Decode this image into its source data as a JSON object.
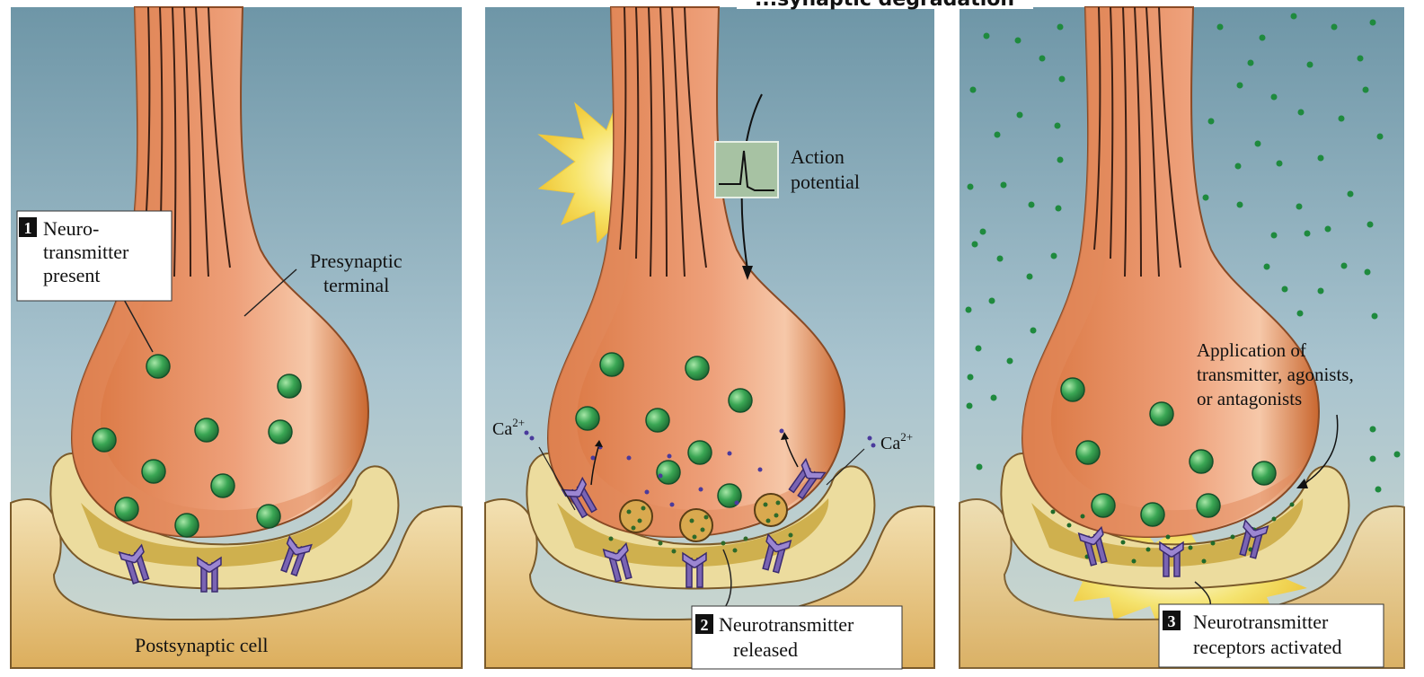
{
  "handwritten_note": "...synaptic degradation",
  "panels": [
    {
      "step_number": "1",
      "callout_lines": [
        "Neuro-",
        "transmitter",
        "present"
      ],
      "presynaptic_lines": [
        "Presynaptic",
        "terminal"
      ],
      "postsynaptic_label": "Postsynaptic cell"
    },
    {
      "action_potential_lines": [
        "Action",
        "potential"
      ],
      "calcium_left": "Ca",
      "calcium_left_sup": "2+",
      "calcium_right": "Ca",
      "calcium_right_sup": "2+",
      "step_number": "2",
      "callout_lines": [
        "Neurotransmitter",
        "released"
      ]
    },
    {
      "application_lines": [
        "Application of",
        "transmitter, agonists,",
        "or antagonists"
      ],
      "step_number": "3",
      "callout_lines": [
        "Neurotransmitter",
        "receptors activated"
      ]
    }
  ],
  "colors": {
    "sky_top": "#a9c4cf",
    "sky_bottom": "#6e96a7",
    "ground": "#e7c27b",
    "axon": "#e8956a",
    "axon_dark": "#c46634",
    "postsynaptic_pad": "#e7d590",
    "vesicle": "#2e9a46",
    "receptor": "#7a64b3",
    "calcium_dot": "#4a3a9c",
    "flash": "#f8e05a"
  }
}
